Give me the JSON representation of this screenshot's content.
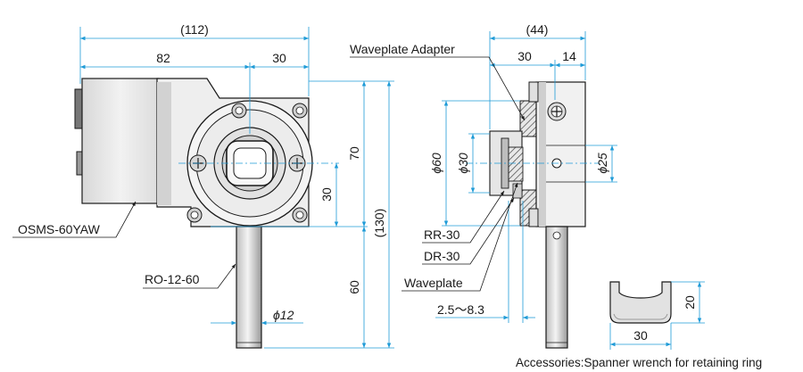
{
  "colors": {
    "dimension": "#1f9bd7",
    "outline": "#1a1a1a",
    "body_light": "#efefef",
    "body_mid": "#cfcfcf",
    "body_dark": "#8a8a8a",
    "hatch": "#555555",
    "background": "#ffffff"
  },
  "front_view": {
    "dim_overall_width": "(112)",
    "dim_left_width": "82",
    "dim_right_width": "30",
    "dim_height_upper": "70",
    "dim_height_mid": "30",
    "dim_overall_height": "(130)",
    "dim_rod_length": "60",
    "dim_rod_diameter": "ϕ12",
    "label_stage": "OSMS-60YAW",
    "label_rod": "RO-12-60"
  },
  "side_view": {
    "dim_overall_depth": "(44)",
    "dim_depth_a": "30",
    "dim_depth_b": "14",
    "dim_outer_diameter": "ϕ60",
    "dim_inner_diameter": "ϕ30",
    "dim_aperture": "ϕ25",
    "dim_thickness_range": "2.5～8.3",
    "label_adapter": "Waveplate Adapter",
    "label_rr": "RR-30",
    "label_dr": "DR-30",
    "label_waveplate": "Waveplate"
  },
  "accessory": {
    "dim_width": "30",
    "dim_height": "20",
    "caption": "Accessories:Spanner wrench for retaining ring"
  }
}
